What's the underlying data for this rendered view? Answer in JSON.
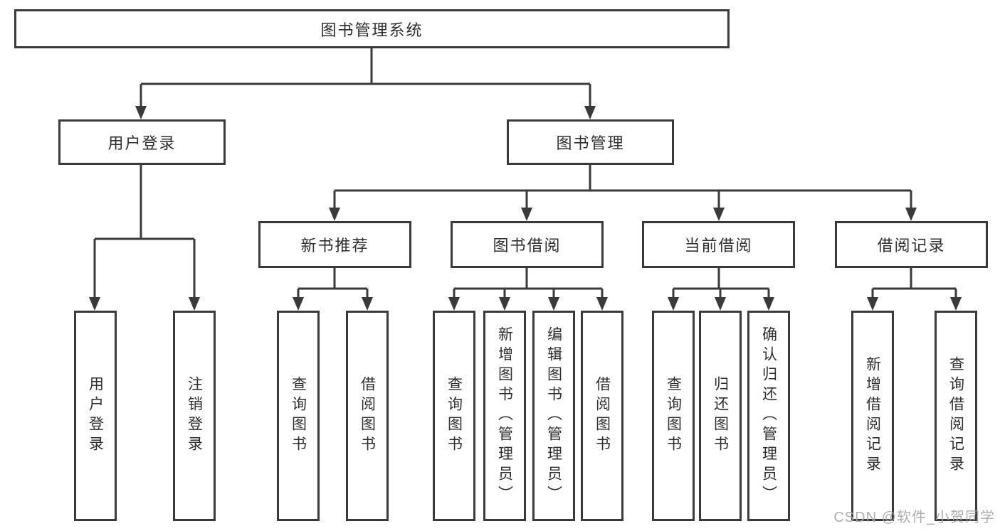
{
  "tree": {
    "root": "图书管理系统",
    "login_branch": {
      "label": "用户登录",
      "children": [
        "用户登录",
        "注销登录"
      ]
    },
    "management_branch": {
      "label": "图书管理",
      "groups": [
        {
          "label": "新书推荐",
          "children": [
            "查询图书",
            "借阅图书"
          ]
        },
        {
          "label": "图书借阅",
          "children": [
            "查询图书",
            "新增图书（管理员）",
            "编辑图书（管理员）",
            "借阅图书"
          ]
        },
        {
          "label": "当前借阅",
          "children": [
            "查询图书",
            "归还图书",
            "确认归还（管理员）"
          ]
        },
        {
          "label": "借阅记录",
          "children": [
            "新增借阅记录",
            "查询借阅记录"
          ]
        }
      ]
    }
  },
  "watermark": "CSDN @软件_小贺同学",
  "colors": {
    "line": "#3a3a3a",
    "box_border": "#3a3a3a",
    "text": "#2e2e2e",
    "watermark": "#a5a5a5",
    "background": "#ffffff"
  }
}
